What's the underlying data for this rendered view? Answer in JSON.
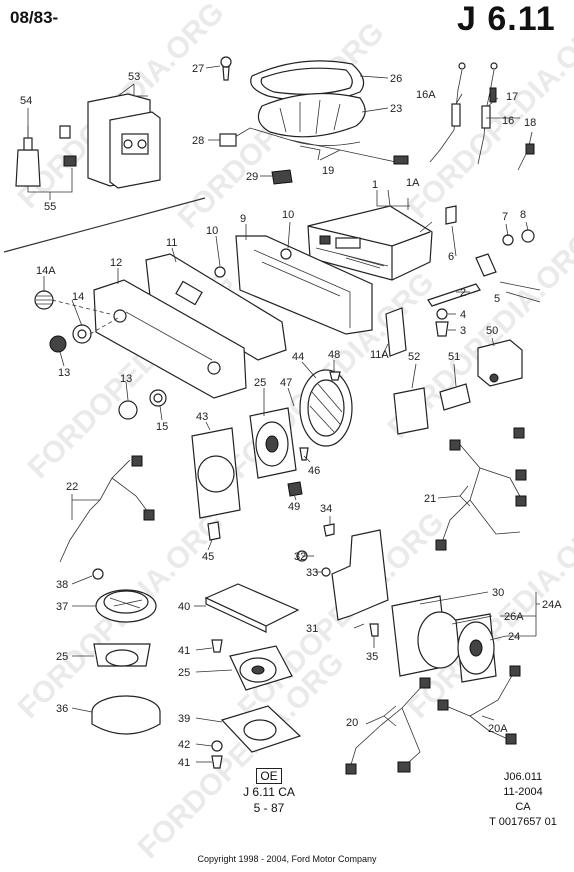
{
  "header": {
    "date_code": "08/83-",
    "section_ref": "J 6.11"
  },
  "watermark": "FORDOPEDIA.ORG",
  "callouts": [
    "1",
    "1A",
    "2",
    "3",
    "4",
    "5",
    "6",
    "7",
    "8",
    "9",
    "10",
    "11",
    "11A",
    "12",
    "13",
    "14",
    "14A",
    "15",
    "16",
    "16A",
    "17",
    "18",
    "19",
    "20",
    "20A",
    "21",
    "22",
    "23",
    "24",
    "24A",
    "25",
    "26",
    "26A",
    "27",
    "28",
    "29",
    "30",
    "31",
    "32",
    "33",
    "34",
    "35",
    "36",
    "37",
    "38",
    "39",
    "40",
    "41",
    "42",
    "43",
    "44",
    "45",
    "46",
    "47",
    "48",
    "49",
    "50",
    "51",
    "52",
    "53",
    "54",
    "55"
  ],
  "footer_codes": {
    "line1": "J06.011",
    "line2": "11-2004",
    "line3": "CA",
    "line4": "T 0017657 01"
  },
  "oe_block": {
    "badge": "OE",
    "line1": "J  6.11  CA",
    "line2": "5 - 87"
  },
  "copyright": "Copyright 1998 - 2004, Ford Motor Company"
}
